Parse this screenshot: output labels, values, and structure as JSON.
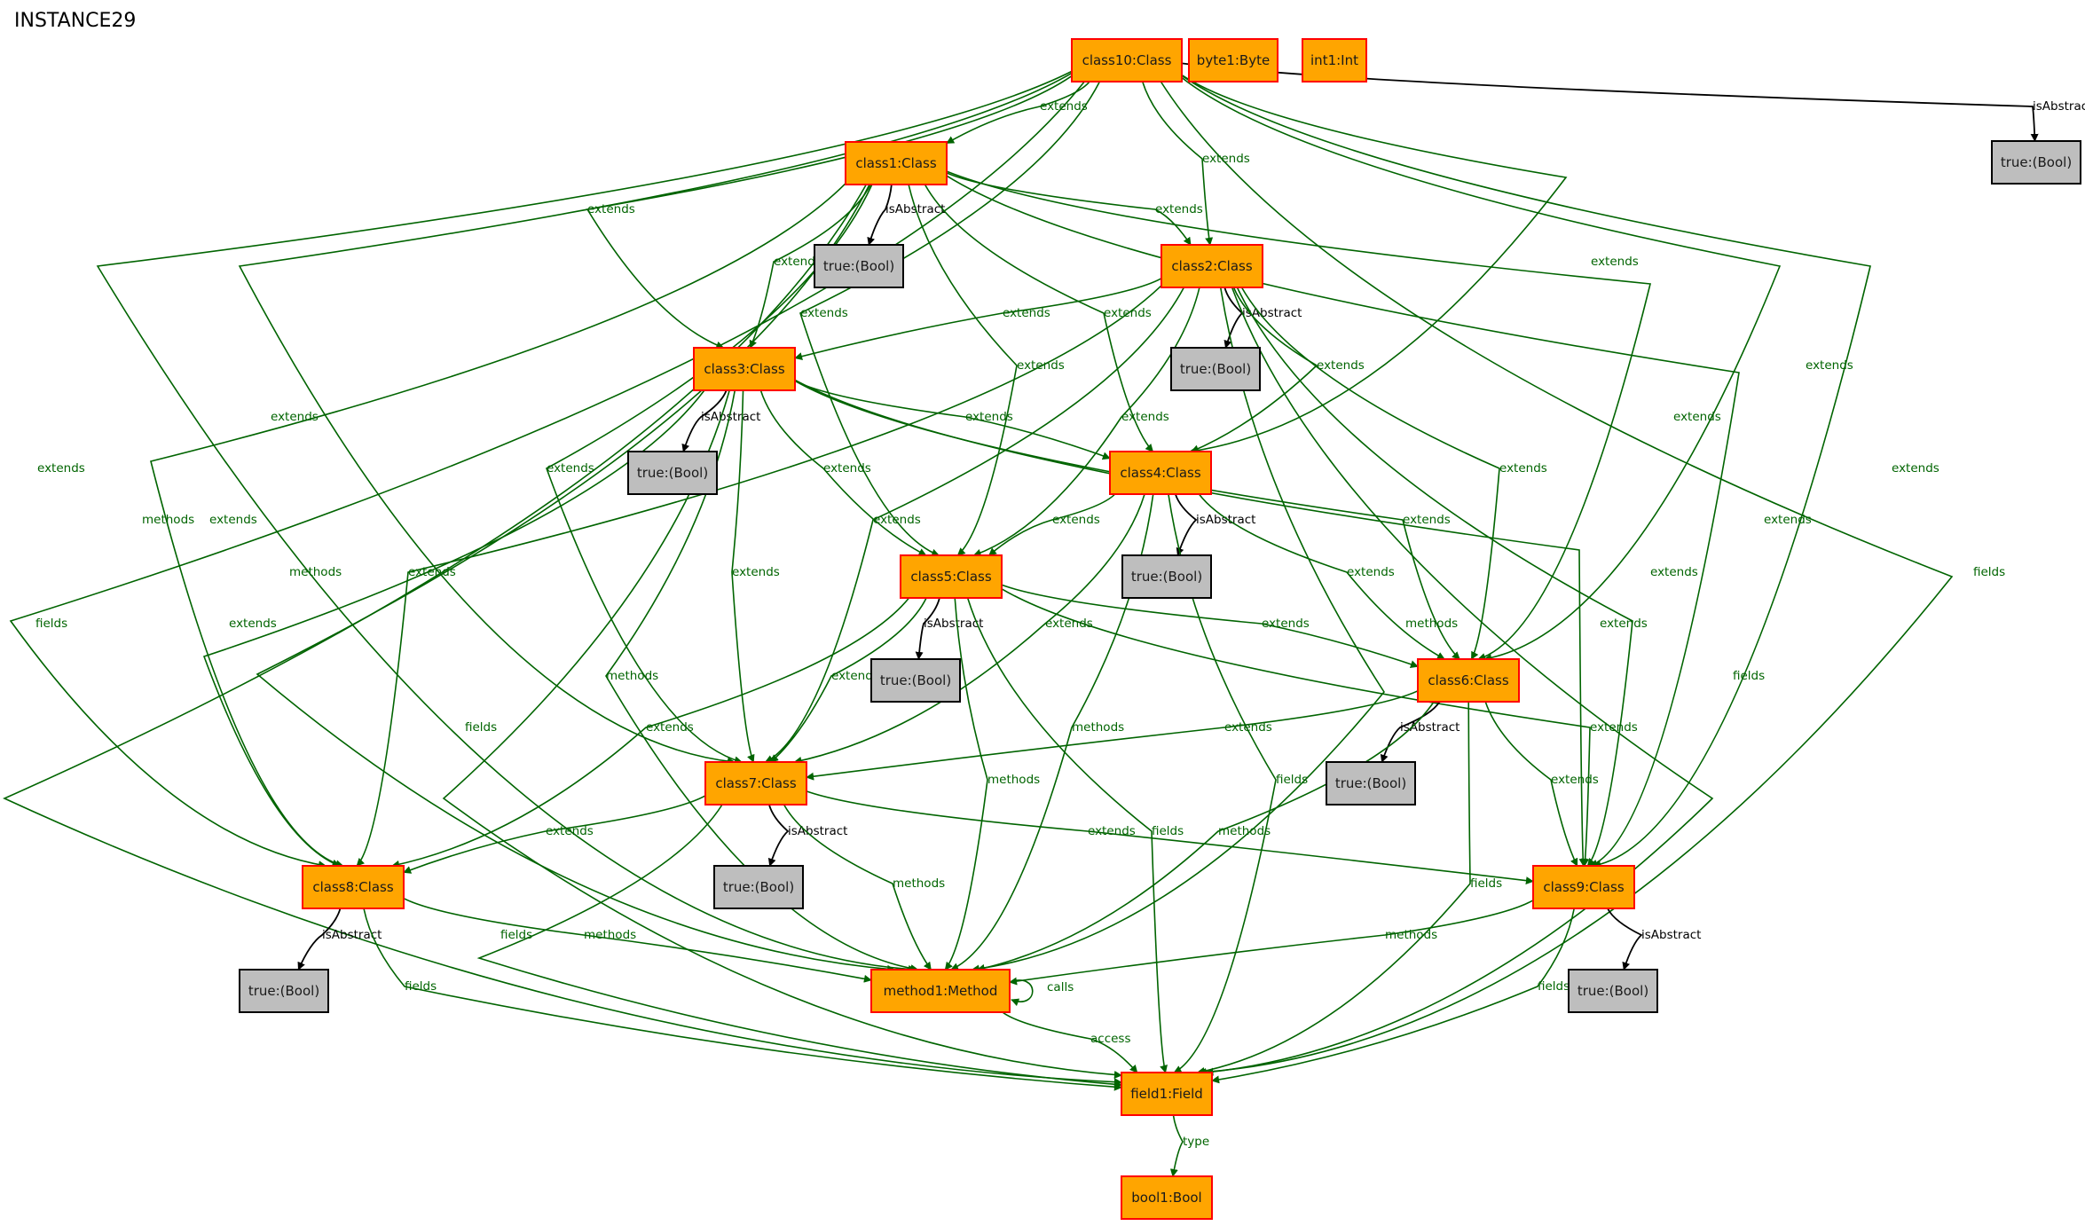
{
  "title": "INSTANCE29",
  "colors": {
    "object_fill": "#ffa500",
    "object_stroke": "#ff0000",
    "value_fill": "#bebebe",
    "value_stroke": "#000000",
    "structural_edge": "#006400",
    "attribute_edge": "#000000"
  },
  "nodes": [
    {
      "id": "class10",
      "label": "class10:Class",
      "kind": "object"
    },
    {
      "id": "byte1",
      "label": "byte1:Byte",
      "kind": "object"
    },
    {
      "id": "int1",
      "label": "int1:Int",
      "kind": "object"
    },
    {
      "id": "class1",
      "label": "class1:Class",
      "kind": "object"
    },
    {
      "id": "class2",
      "label": "class2:Class",
      "kind": "object"
    },
    {
      "id": "class3",
      "label": "class3:Class",
      "kind": "object"
    },
    {
      "id": "class4",
      "label": "class4:Class",
      "kind": "object"
    },
    {
      "id": "class5",
      "label": "class5:Class",
      "kind": "object"
    },
    {
      "id": "class6",
      "label": "class6:Class",
      "kind": "object"
    },
    {
      "id": "class7",
      "label": "class7:Class",
      "kind": "object"
    },
    {
      "id": "class8",
      "label": "class8:Class",
      "kind": "object"
    },
    {
      "id": "class9",
      "label": "class9:Class",
      "kind": "object"
    },
    {
      "id": "method1",
      "label": "method1:Method",
      "kind": "object"
    },
    {
      "id": "field1",
      "label": "field1:Field",
      "kind": "object"
    },
    {
      "id": "bool1",
      "label": "bool1:Bool",
      "kind": "object"
    },
    {
      "id": "b10",
      "label": "true:(Bool)",
      "kind": "value"
    },
    {
      "id": "b1",
      "label": "true:(Bool)",
      "kind": "value"
    },
    {
      "id": "b2",
      "label": "true:(Bool)",
      "kind": "value"
    },
    {
      "id": "b3",
      "label": "true:(Bool)",
      "kind": "value"
    },
    {
      "id": "b4",
      "label": "true:(Bool)",
      "kind": "value"
    },
    {
      "id": "b5",
      "label": "true:(Bool)",
      "kind": "value"
    },
    {
      "id": "b6",
      "label": "true:(Bool)",
      "kind": "value"
    },
    {
      "id": "b7",
      "label": "true:(Bool)",
      "kind": "value"
    },
    {
      "id": "b8",
      "label": "true:(Bool)",
      "kind": "value"
    },
    {
      "id": "b9",
      "label": "true:(Bool)",
      "kind": "value"
    }
  ],
  "edges": [
    {
      "from": "class10",
      "to": "b10",
      "label": "isAbstract",
      "kind": "attribute"
    },
    {
      "from": "class10",
      "to": "class1",
      "label": "extends",
      "kind": "structural"
    },
    {
      "from": "class10",
      "to": "class2",
      "label": "extends",
      "kind": "structural"
    },
    {
      "from": "class10",
      "to": "class3",
      "label": "extends",
      "kind": "structural"
    },
    {
      "from": "class10",
      "to": "class4",
      "label": "extends",
      "kind": "structural"
    },
    {
      "from": "class10",
      "to": "class5",
      "label": "extends",
      "kind": "structural"
    },
    {
      "from": "class10",
      "to": "class6",
      "label": "extends",
      "kind": "structural"
    },
    {
      "from": "class10",
      "to": "class7",
      "label": "extends",
      "kind": "structural"
    },
    {
      "from": "class10",
      "to": "class8",
      "label": "extends",
      "kind": "structural"
    },
    {
      "from": "class10",
      "to": "class9",
      "label": "extends",
      "kind": "structural"
    },
    {
      "from": "class10",
      "to": "method1",
      "label": "methods",
      "kind": "structural"
    },
    {
      "from": "class10",
      "to": "field1",
      "label": "fields",
      "kind": "structural"
    },
    {
      "from": "class1",
      "to": "b1",
      "label": "isAbstract",
      "kind": "attribute"
    },
    {
      "from": "class1",
      "to": "class2",
      "label": "extends",
      "kind": "structural"
    },
    {
      "from": "class1",
      "to": "class3",
      "label": "extends",
      "kind": "structural"
    },
    {
      "from": "class1",
      "to": "class4",
      "label": "extends",
      "kind": "structural"
    },
    {
      "from": "class1",
      "to": "class5",
      "label": "extends",
      "kind": "structural"
    },
    {
      "from": "class1",
      "to": "class6",
      "label": "extends",
      "kind": "structural"
    },
    {
      "from": "class1",
      "to": "class7",
      "label": "extends",
      "kind": "structural"
    },
    {
      "from": "class1",
      "to": "class8",
      "label": "extends",
      "kind": "structural"
    },
    {
      "from": "class1",
      "to": "class9",
      "label": "extends",
      "kind": "structural"
    },
    {
      "from": "class1",
      "to": "method1",
      "label": "methods",
      "kind": "structural"
    },
    {
      "from": "class1",
      "to": "field1",
      "label": "fields",
      "kind": "structural"
    },
    {
      "from": "class2",
      "to": "b2",
      "label": "isAbstract",
      "kind": "attribute"
    },
    {
      "from": "class2",
      "to": "class3",
      "label": "extends",
      "kind": "structural"
    },
    {
      "from": "class2",
      "to": "class4",
      "label": "extends",
      "kind": "structural"
    },
    {
      "from": "class2",
      "to": "class5",
      "label": "extends",
      "kind": "structural"
    },
    {
      "from": "class2",
      "to": "class6",
      "label": "extends",
      "kind": "structural"
    },
    {
      "from": "class2",
      "to": "class7",
      "label": "extends",
      "kind": "structural"
    },
    {
      "from": "class2",
      "to": "class8",
      "label": "extends",
      "kind": "structural"
    },
    {
      "from": "class2",
      "to": "class9",
      "label": "extends",
      "kind": "structural"
    },
    {
      "from": "class2",
      "to": "method1",
      "label": "methods",
      "kind": "structural"
    },
    {
      "from": "class2",
      "to": "field1",
      "label": "fields",
      "kind": "structural"
    },
    {
      "from": "class3",
      "to": "b3",
      "label": "isAbstract",
      "kind": "attribute"
    },
    {
      "from": "class3",
      "to": "class4",
      "label": "extends",
      "kind": "structural"
    },
    {
      "from": "class3",
      "to": "class5",
      "label": "extends",
      "kind": "structural"
    },
    {
      "from": "class3",
      "to": "class6",
      "label": "extends",
      "kind": "structural"
    },
    {
      "from": "class3",
      "to": "class7",
      "label": "extends",
      "kind": "structural"
    },
    {
      "from": "class3",
      "to": "class8",
      "label": "extends",
      "kind": "structural"
    },
    {
      "from": "class3",
      "to": "class9",
      "label": "extends",
      "kind": "structural"
    },
    {
      "from": "class3",
      "to": "method1",
      "label": "methods",
      "kind": "structural"
    },
    {
      "from": "class3",
      "to": "field1",
      "label": "fields",
      "kind": "structural"
    },
    {
      "from": "class4",
      "to": "b4",
      "label": "isAbstract",
      "kind": "attribute"
    },
    {
      "from": "class4",
      "to": "class5",
      "label": "extends",
      "kind": "structural"
    },
    {
      "from": "class4",
      "to": "class6",
      "label": "extends",
      "kind": "structural"
    },
    {
      "from": "class4",
      "to": "class7",
      "label": "extends",
      "kind": "structural"
    },
    {
      "from": "class4",
      "to": "method1",
      "label": "methods",
      "kind": "structural"
    },
    {
      "from": "class4",
      "to": "field1",
      "label": "fields",
      "kind": "structural"
    },
    {
      "from": "class5",
      "to": "b5",
      "label": "isAbstract",
      "kind": "attribute"
    },
    {
      "from": "class5",
      "to": "class6",
      "label": "extends",
      "kind": "structural"
    },
    {
      "from": "class5",
      "to": "class7",
      "label": "extends",
      "kind": "structural"
    },
    {
      "from": "class5",
      "to": "class8",
      "label": "extends",
      "kind": "structural"
    },
    {
      "from": "class5",
      "to": "class9",
      "label": "extends",
      "kind": "structural"
    },
    {
      "from": "class5",
      "to": "method1",
      "label": "methods",
      "kind": "structural"
    },
    {
      "from": "class5",
      "to": "field1",
      "label": "fields",
      "kind": "structural"
    },
    {
      "from": "class6",
      "to": "b6",
      "label": "isAbstract",
      "kind": "attribute"
    },
    {
      "from": "class6",
      "to": "class7",
      "label": "extends",
      "kind": "structural"
    },
    {
      "from": "class6",
      "to": "class9",
      "label": "extends",
      "kind": "structural"
    },
    {
      "from": "class6",
      "to": "method1",
      "label": "methods",
      "kind": "structural"
    },
    {
      "from": "class6",
      "to": "field1",
      "label": "fields",
      "kind": "structural"
    },
    {
      "from": "class7",
      "to": "b7",
      "label": "isAbstract",
      "kind": "attribute"
    },
    {
      "from": "class7",
      "to": "class8",
      "label": "extends",
      "kind": "structural"
    },
    {
      "from": "class7",
      "to": "class9",
      "label": "extends",
      "kind": "structural"
    },
    {
      "from": "class7",
      "to": "method1",
      "label": "methods",
      "kind": "structural"
    },
    {
      "from": "class7",
      "to": "field1",
      "label": "fields",
      "kind": "structural"
    },
    {
      "from": "class8",
      "to": "b8",
      "label": "isAbstract",
      "kind": "attribute"
    },
    {
      "from": "class8",
      "to": "method1",
      "label": "methods",
      "kind": "structural"
    },
    {
      "from": "class8",
      "to": "field1",
      "label": "fields",
      "kind": "structural"
    },
    {
      "from": "class9",
      "to": "b9",
      "label": "isAbstract",
      "kind": "attribute"
    },
    {
      "from": "class9",
      "to": "method1",
      "label": "methods",
      "kind": "structural"
    },
    {
      "from": "class9",
      "to": "field1",
      "label": "fields",
      "kind": "structural"
    },
    {
      "from": "method1",
      "to": "method1",
      "label": "calls",
      "kind": "structural"
    },
    {
      "from": "method1",
      "to": "field1",
      "label": "access",
      "kind": "structural"
    },
    {
      "from": "field1",
      "to": "bool1",
      "label": "type",
      "kind": "structural"
    }
  ]
}
